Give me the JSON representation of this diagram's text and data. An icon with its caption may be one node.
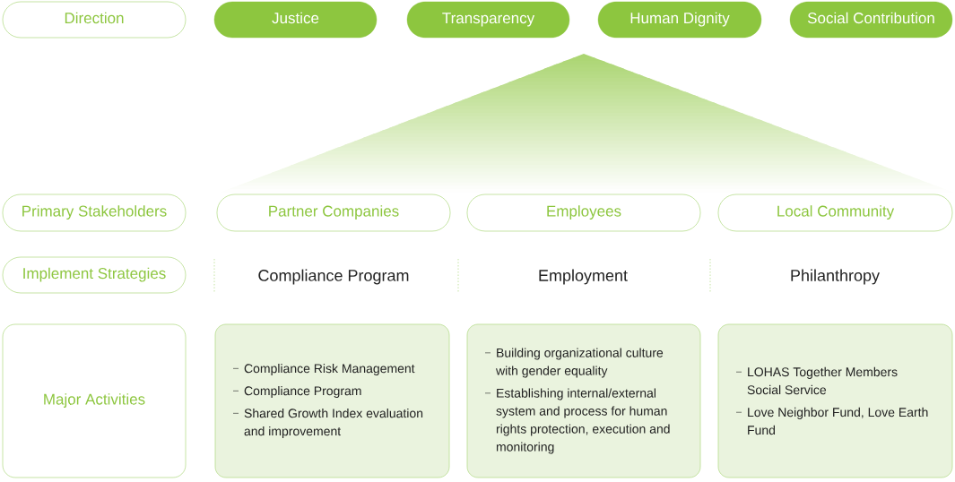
{
  "diagram": {
    "nodes": [
      {
        "text": [
          "Direction"
        ]
      },
      {
        "text": [
          "Justice"
        ]
      },
      {
        "text": [
          "Transparency"
        ]
      },
      {
        "text": [
          "Human Dignity"
        ]
      },
      {
        "text": [
          "Social Contribution"
        ]
      },
      {
        "text": [
          "Primary Stakeholders"
        ]
      },
      {
        "text": [
          "Partner Companies"
        ]
      },
      {
        "text": [
          "Employees"
        ]
      },
      {
        "text": [
          "Local Community"
        ]
      },
      {
        "text": [
          "Implement Strategies"
        ]
      },
      {
        "text": [
          "Major Activities"
        ]
      },
      {
        "text": [
          "Compliance Risk Management",
          "Compliance Program",
          "Shared Growth Index evaluation and improvement"
        ]
      },
      {
        "text": [
          "Building organizational culture with gender equality",
          "Establishing internal/external system and process for human rights protection, execution and monitoring"
        ]
      },
      {
        "text": [
          "LOHAS Together Members Social Service",
          "Love Neighbor Fund, Love Earth Fund"
        ]
      }
    ],
    "edges": [],
    "labels": [
      "Compliance Program",
      "Employment",
      "Philanthropy"
    ]
  }
}
